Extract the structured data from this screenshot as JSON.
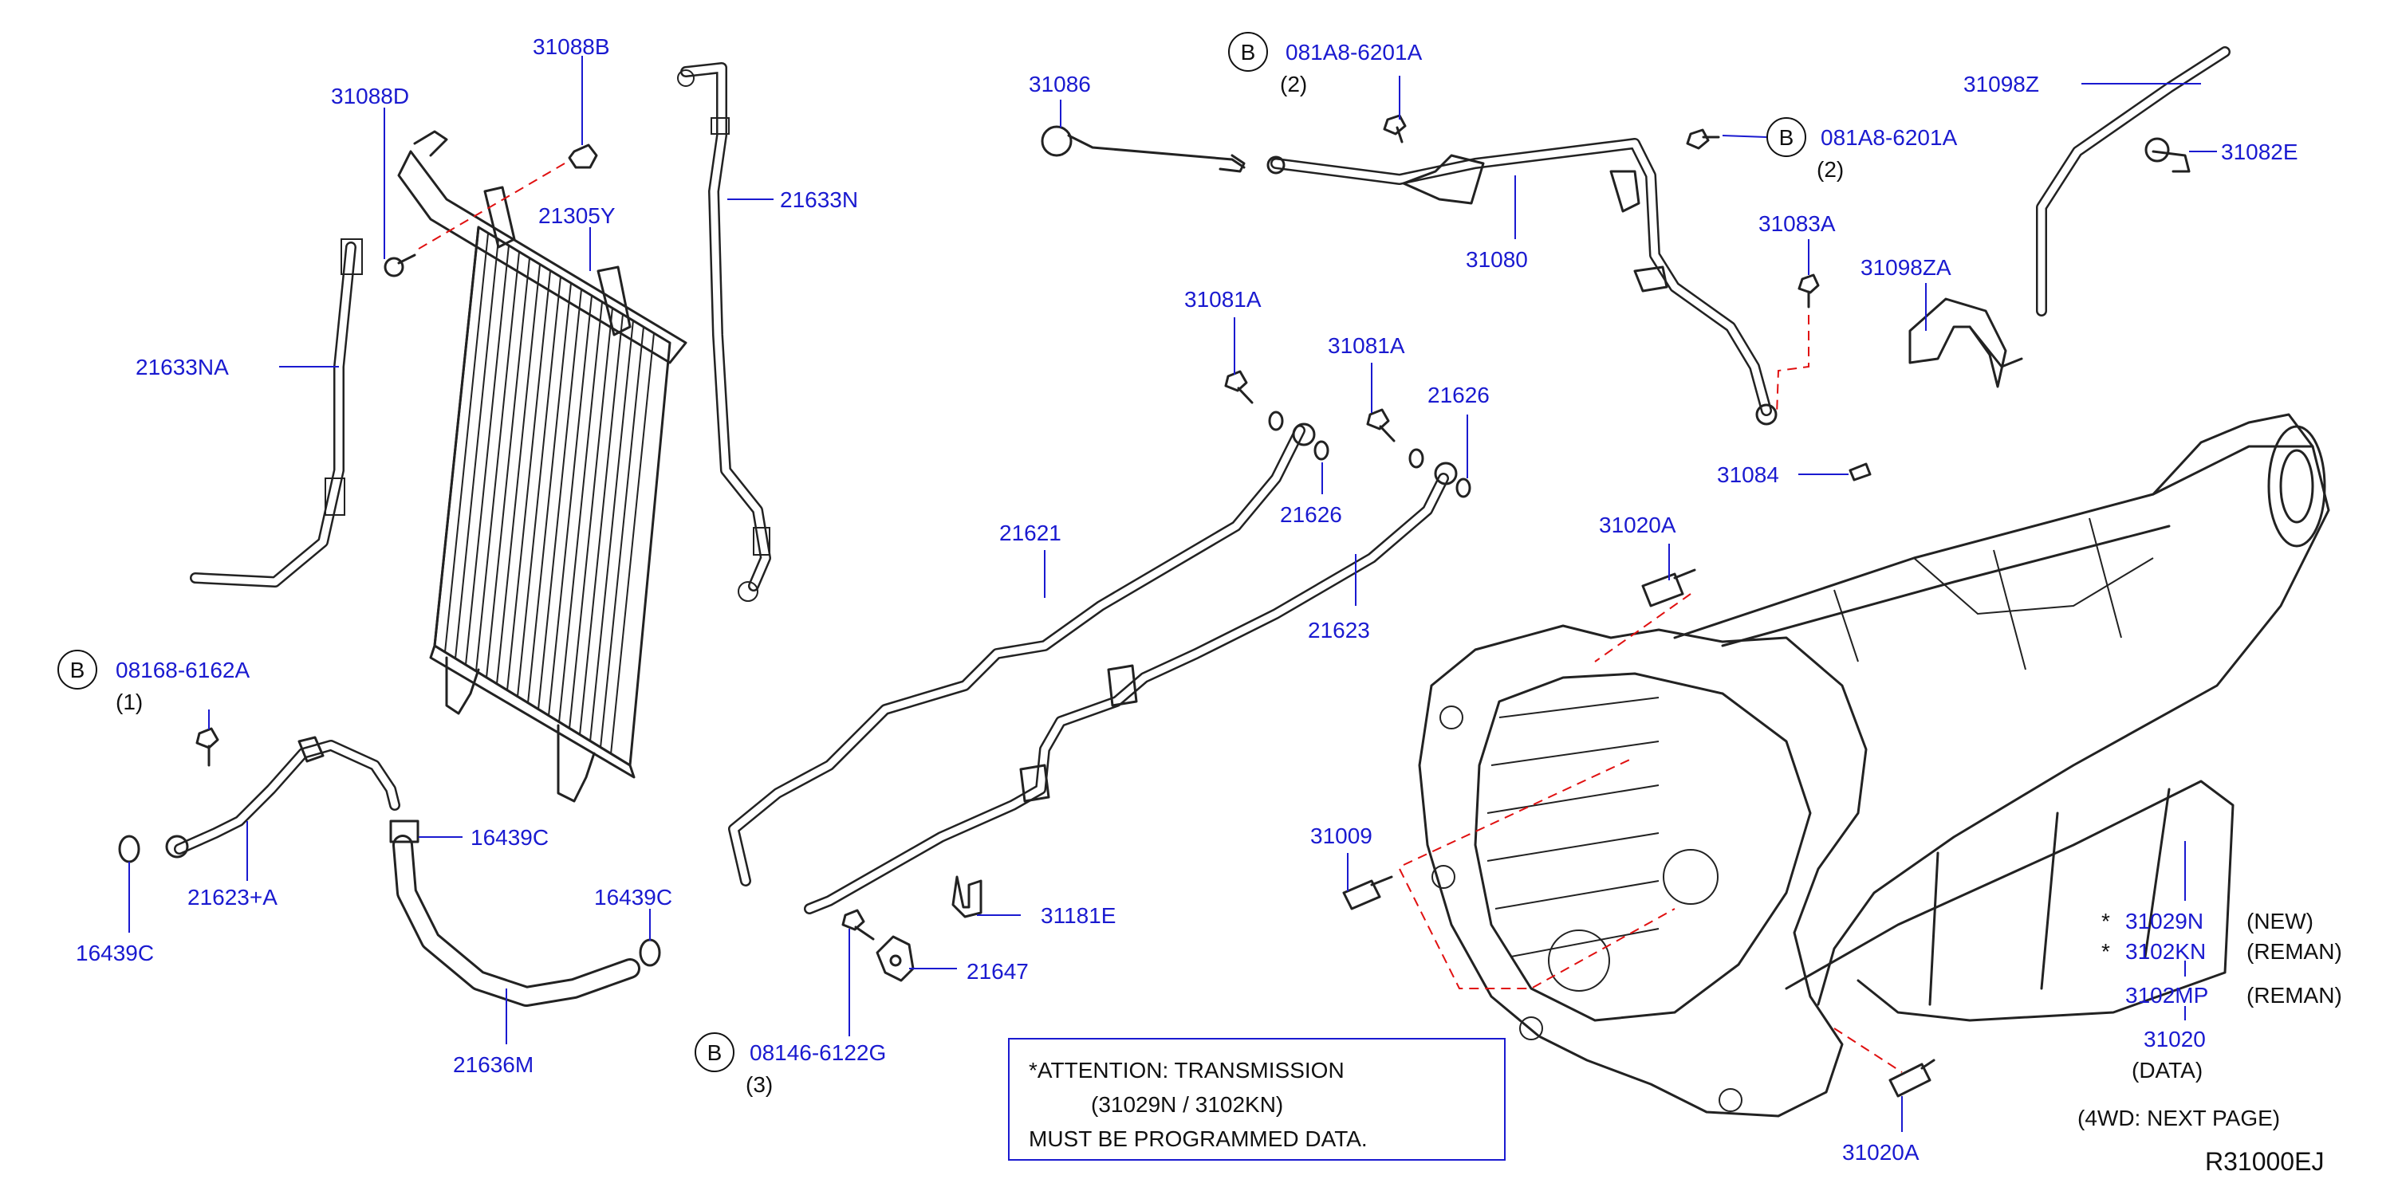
{
  "diagram_code": "R31000EJ",
  "callouts": {
    "p31088B": "31088B",
    "p31088D": "31088D",
    "p21305Y": "21305Y",
    "p21633N": "21633N",
    "p21633NA": "21633NA",
    "p31086": "31086",
    "b_081A8_top": "081A8-6201A",
    "b_081A8_top_qty": "(2)",
    "b_081A8_right": "081A8-6201A",
    "b_081A8_right_qty": "(2)",
    "p31080": "31080",
    "p31098Z": "31098Z",
    "p31082E": "31082E",
    "p31083A": "31083A",
    "p31098ZA": "31098ZA",
    "p31084": "31084",
    "p31081A_1": "31081A",
    "p31081A_2": "31081A",
    "p21626_1": "21626",
    "p21626_2": "21626",
    "p21621": "21621",
    "p21623": "21623",
    "p31020A_top": "31020A",
    "p31020A_bottom": "31020A",
    "p31009": "31009",
    "b_08168": "08168-6162A",
    "b_08168_qty": "(1)",
    "p21623_A": "21623+A",
    "p16439C_1": "16439C",
    "p16439C_2": "16439C",
    "p16439C_3": "16439C",
    "p21636M": "21636M",
    "p31181E": "31181E",
    "p21647": "21647",
    "b_08146": "08146-6122G",
    "b_08146_qty": "(3)",
    "p31029N": "31029N",
    "p3102KN": "3102KN",
    "p3102MP": "3102MP",
    "p31020": "31020",
    "p31020_data": "(DATA)",
    "star_1": "*",
    "star_2": "*",
    "new_label": "(NEW)",
    "reman_label_1": "(REMAN)",
    "reman_label_2": "(REMAN)",
    "b_letter": "B"
  },
  "attention_note": {
    "line1": "*ATTENTION:  TRANSMISSION",
    "line2": "(31029N  /  3102KN)",
    "line3": "MUST  BE  PROGRAMMED  DATA."
  },
  "next_page_note": "(4WD:  NEXT  PAGE)",
  "colors": {
    "part_number_text": "#1a1ad0",
    "leader_dash": "#e01010",
    "line_art": "#222222"
  }
}
